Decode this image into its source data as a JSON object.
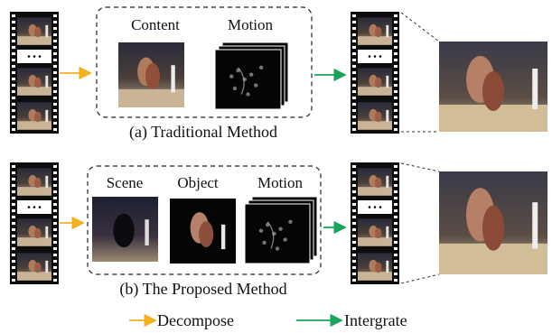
{
  "rows": [
    {
      "caption": "(a) Traditional Method",
      "panels": [
        {
          "label": "Content",
          "kind": "content"
        },
        {
          "label": "Motion",
          "kind": "motion"
        }
      ]
    },
    {
      "caption": "(b) The Proposed Method",
      "panels": [
        {
          "label": "Scene",
          "kind": "scene"
        },
        {
          "label": "Object",
          "kind": "object"
        },
        {
          "label": "Motion",
          "kind": "motion"
        }
      ]
    }
  ],
  "legend": {
    "decompose": {
      "label": "Decompose",
      "color": "#f2b21b"
    },
    "integrate": {
      "label": "Intergrate",
      "color": "#1aa35a"
    }
  },
  "icons": [
    "film-strip",
    "ellipsis-dots",
    "dashed-zoom-lines"
  ]
}
